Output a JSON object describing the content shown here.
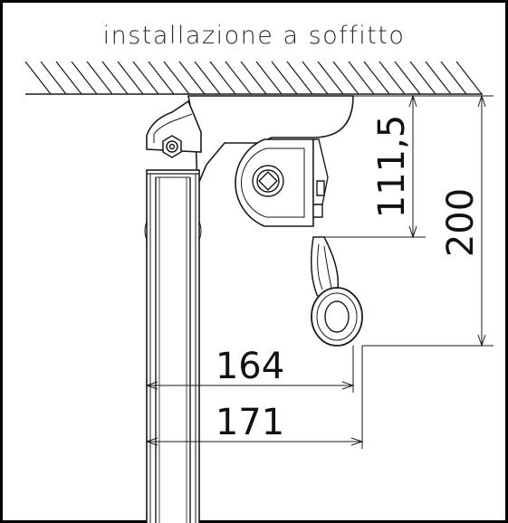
{
  "title": "installazione a soffitto",
  "dimensions": {
    "d1": "111,5",
    "d2": "200",
    "d3": "164",
    "d4": "171"
  },
  "colors": {
    "line": "#1a1a1a",
    "text": "#111111",
    "background": "#ffffff"
  }
}
